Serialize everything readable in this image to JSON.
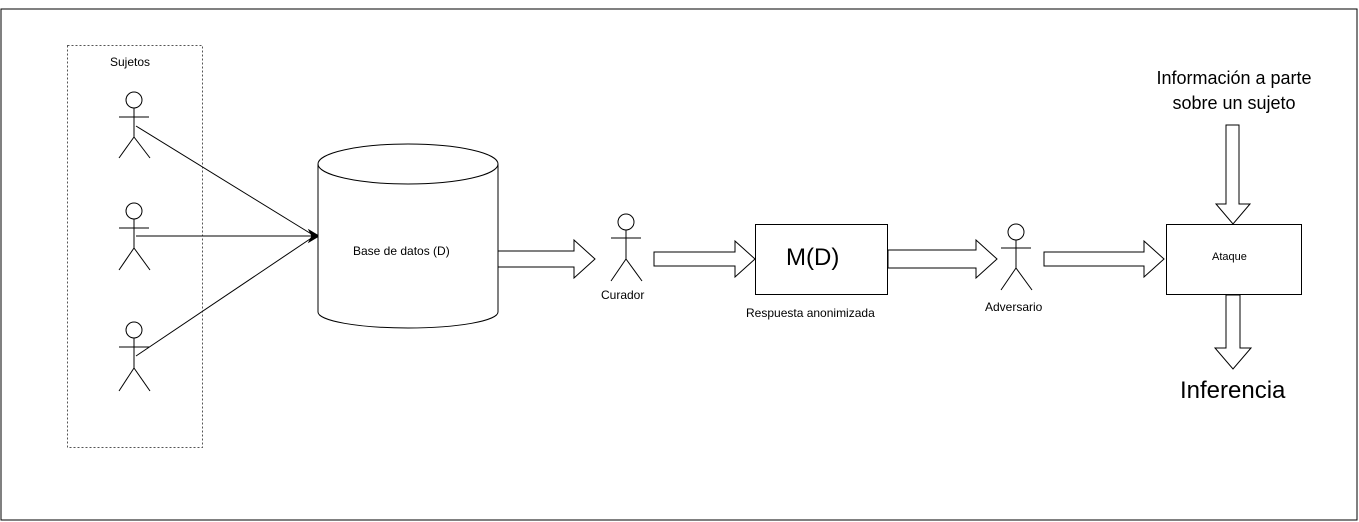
{
  "diagram": {
    "subjects_group_label": "Sujetos",
    "database_label": "Base de datos (D)",
    "curator_label": "Curador",
    "mechanism_label": "M(D)",
    "anonymized_response_label": "Respuesta anonimizada",
    "adversary_label": "Adversario",
    "attack_label": "Ataque",
    "side_info_line1": "Información a parte",
    "side_info_line2": "sobre un sujeto",
    "inference_label": "Inferencia"
  },
  "colors": {
    "stroke": "#000000",
    "background": "#ffffff",
    "group_border": "#555555"
  }
}
